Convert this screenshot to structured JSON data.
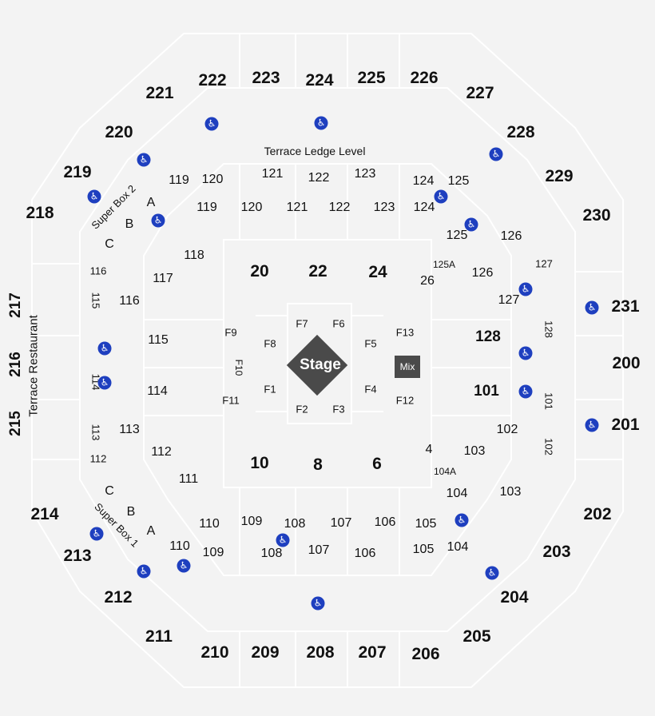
{
  "upper_sections": [
    "221",
    "222",
    "223",
    "224",
    "225",
    "226",
    "227",
    "220",
    "228",
    "219",
    "229",
    "218",
    "230",
    "217",
    "231",
    "216",
    "200",
    "215",
    "201",
    "214",
    "202",
    "213",
    "203",
    "212",
    "204",
    "211",
    "210",
    "209",
    "208",
    "207",
    "206",
    "205"
  ],
  "lower_sections": [
    "119",
    "120",
    "121",
    "122",
    "123",
    "124",
    "125",
    "119",
    "120",
    "121",
    "122",
    "123",
    "124",
    "125",
    "126",
    "116",
    "118",
    "117",
    "20",
    "22",
    "24",
    "125A",
    "26",
    "126",
    "127",
    "115",
    "116",
    "127",
    "128",
    "115",
    "128",
    "114",
    "114",
    "101",
    "101",
    "113",
    "113",
    "102",
    "102",
    "112",
    "112",
    "4",
    "103",
    "104A",
    "111",
    "10",
    "8",
    "6",
    "104",
    "103",
    "110",
    "109",
    "108",
    "107",
    "106",
    "105",
    "110",
    "109",
    "108",
    "107",
    "106",
    "105",
    "104"
  ],
  "floor_sections": [
    "F7",
    "F6",
    "F9",
    "F8",
    "F5",
    "F13",
    "F10",
    "F1",
    "F4",
    "F11",
    "F12",
    "F2",
    "F3"
  ],
  "super_box_rows": [
    "C",
    "B",
    "A",
    "C",
    "B",
    "A"
  ],
  "labels": {
    "terrace_ledge": "Terrace Ledge Level",
    "terrace_restaurant": "Terrace Restaurant",
    "super_box_2": "Super Box 2",
    "super_box_1": "Super Box 1",
    "stage": "Stage",
    "mix": "Mix"
  },
  "accessibility_icon": "wheelchair-icon",
  "colors": {
    "background": "#f3f3f3",
    "stage": "#4a4a4a",
    "accessibility": "#1e3fbf",
    "outline": "#ffffff"
  }
}
